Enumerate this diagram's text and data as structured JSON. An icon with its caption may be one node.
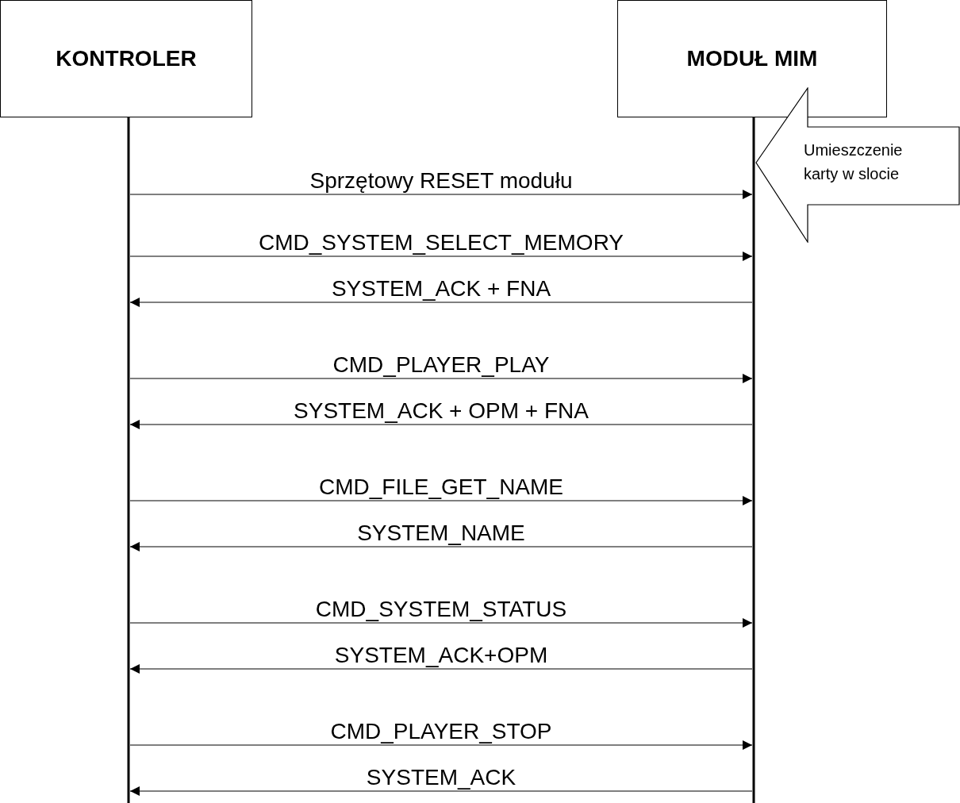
{
  "diagram": {
    "nodes": [
      {
        "text": [
          "KONTROLER"
        ]
      },
      {
        "text": [
          "MODUŁ MIM"
        ]
      },
      {
        "text": [
          "Umieszczenie karty w slocie"
        ]
      }
    ],
    "edges": [
      {
        "from": 0,
        "to": 1,
        "arrow": "to",
        "label": "Sprzętowy RESET modułu"
      },
      {
        "from": 0,
        "to": 1,
        "arrow": "to",
        "label": "CMD_SYSTEM_SELECT_MEMORY"
      },
      {
        "from": 1,
        "to": 0,
        "arrow": "to",
        "label": "SYSTEM_ACK + FNA"
      },
      {
        "from": 0,
        "to": 1,
        "arrow": "to",
        "label": "CMD_PLAYER_PLAY"
      },
      {
        "from": 1,
        "to": 0,
        "arrow": "to",
        "label": "SYSTEM_ACK + OPM + FNA"
      },
      {
        "from": 0,
        "to": 1,
        "arrow": "to",
        "label": "CMD_FILE_GET_NAME"
      },
      {
        "from": 1,
        "to": 0,
        "arrow": "to",
        "label": "SYSTEM_NAME"
      },
      {
        "from": 0,
        "to": 1,
        "arrow": "to",
        "label": "CMD_SYSTEM_STATUS"
      },
      {
        "from": 1,
        "to": 0,
        "arrow": "to",
        "label": "SYSTEM_ACK+OPM"
      },
      {
        "from": 0,
        "to": 1,
        "arrow": "to",
        "label": "CMD_PLAYER_STOP"
      },
      {
        "from": 1,
        "to": 0,
        "arrow": "to",
        "label": "SYSTEM_ACK"
      }
    ]
  }
}
